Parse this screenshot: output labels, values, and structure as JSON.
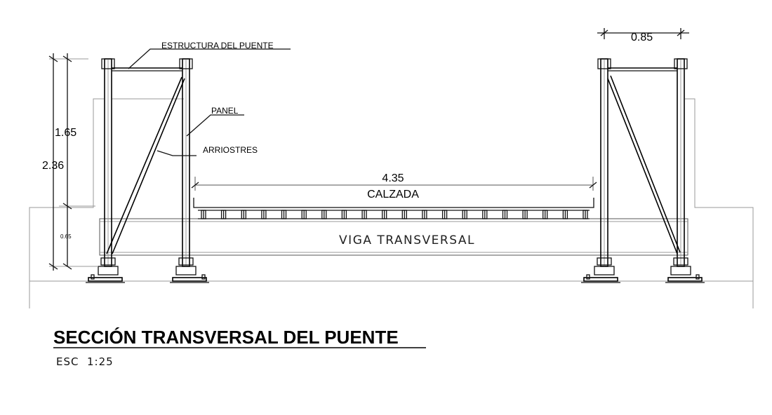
{
  "drawing": {
    "title": "SECCIÓN TRANSVERSAL DEL PUENTE",
    "scale": "ESC  1:25",
    "labels": {
      "structure": "ESTRUCTURA DEL PUENTE",
      "panel": "PANEL",
      "bracing": "ARRIOSTRES",
      "roadway": "CALZADA",
      "beam": "VIGA TRANSVERSAL"
    },
    "dimensions": {
      "roadway_width": "4.35",
      "panel_width": "0.85",
      "panel_height": "1.65",
      "total_height": "2.36",
      "beam_height": "0.65"
    },
    "deck_stringer_count": 20,
    "colors": {
      "ink": "#000000",
      "light_line": "#9a9a9a"
    }
  }
}
